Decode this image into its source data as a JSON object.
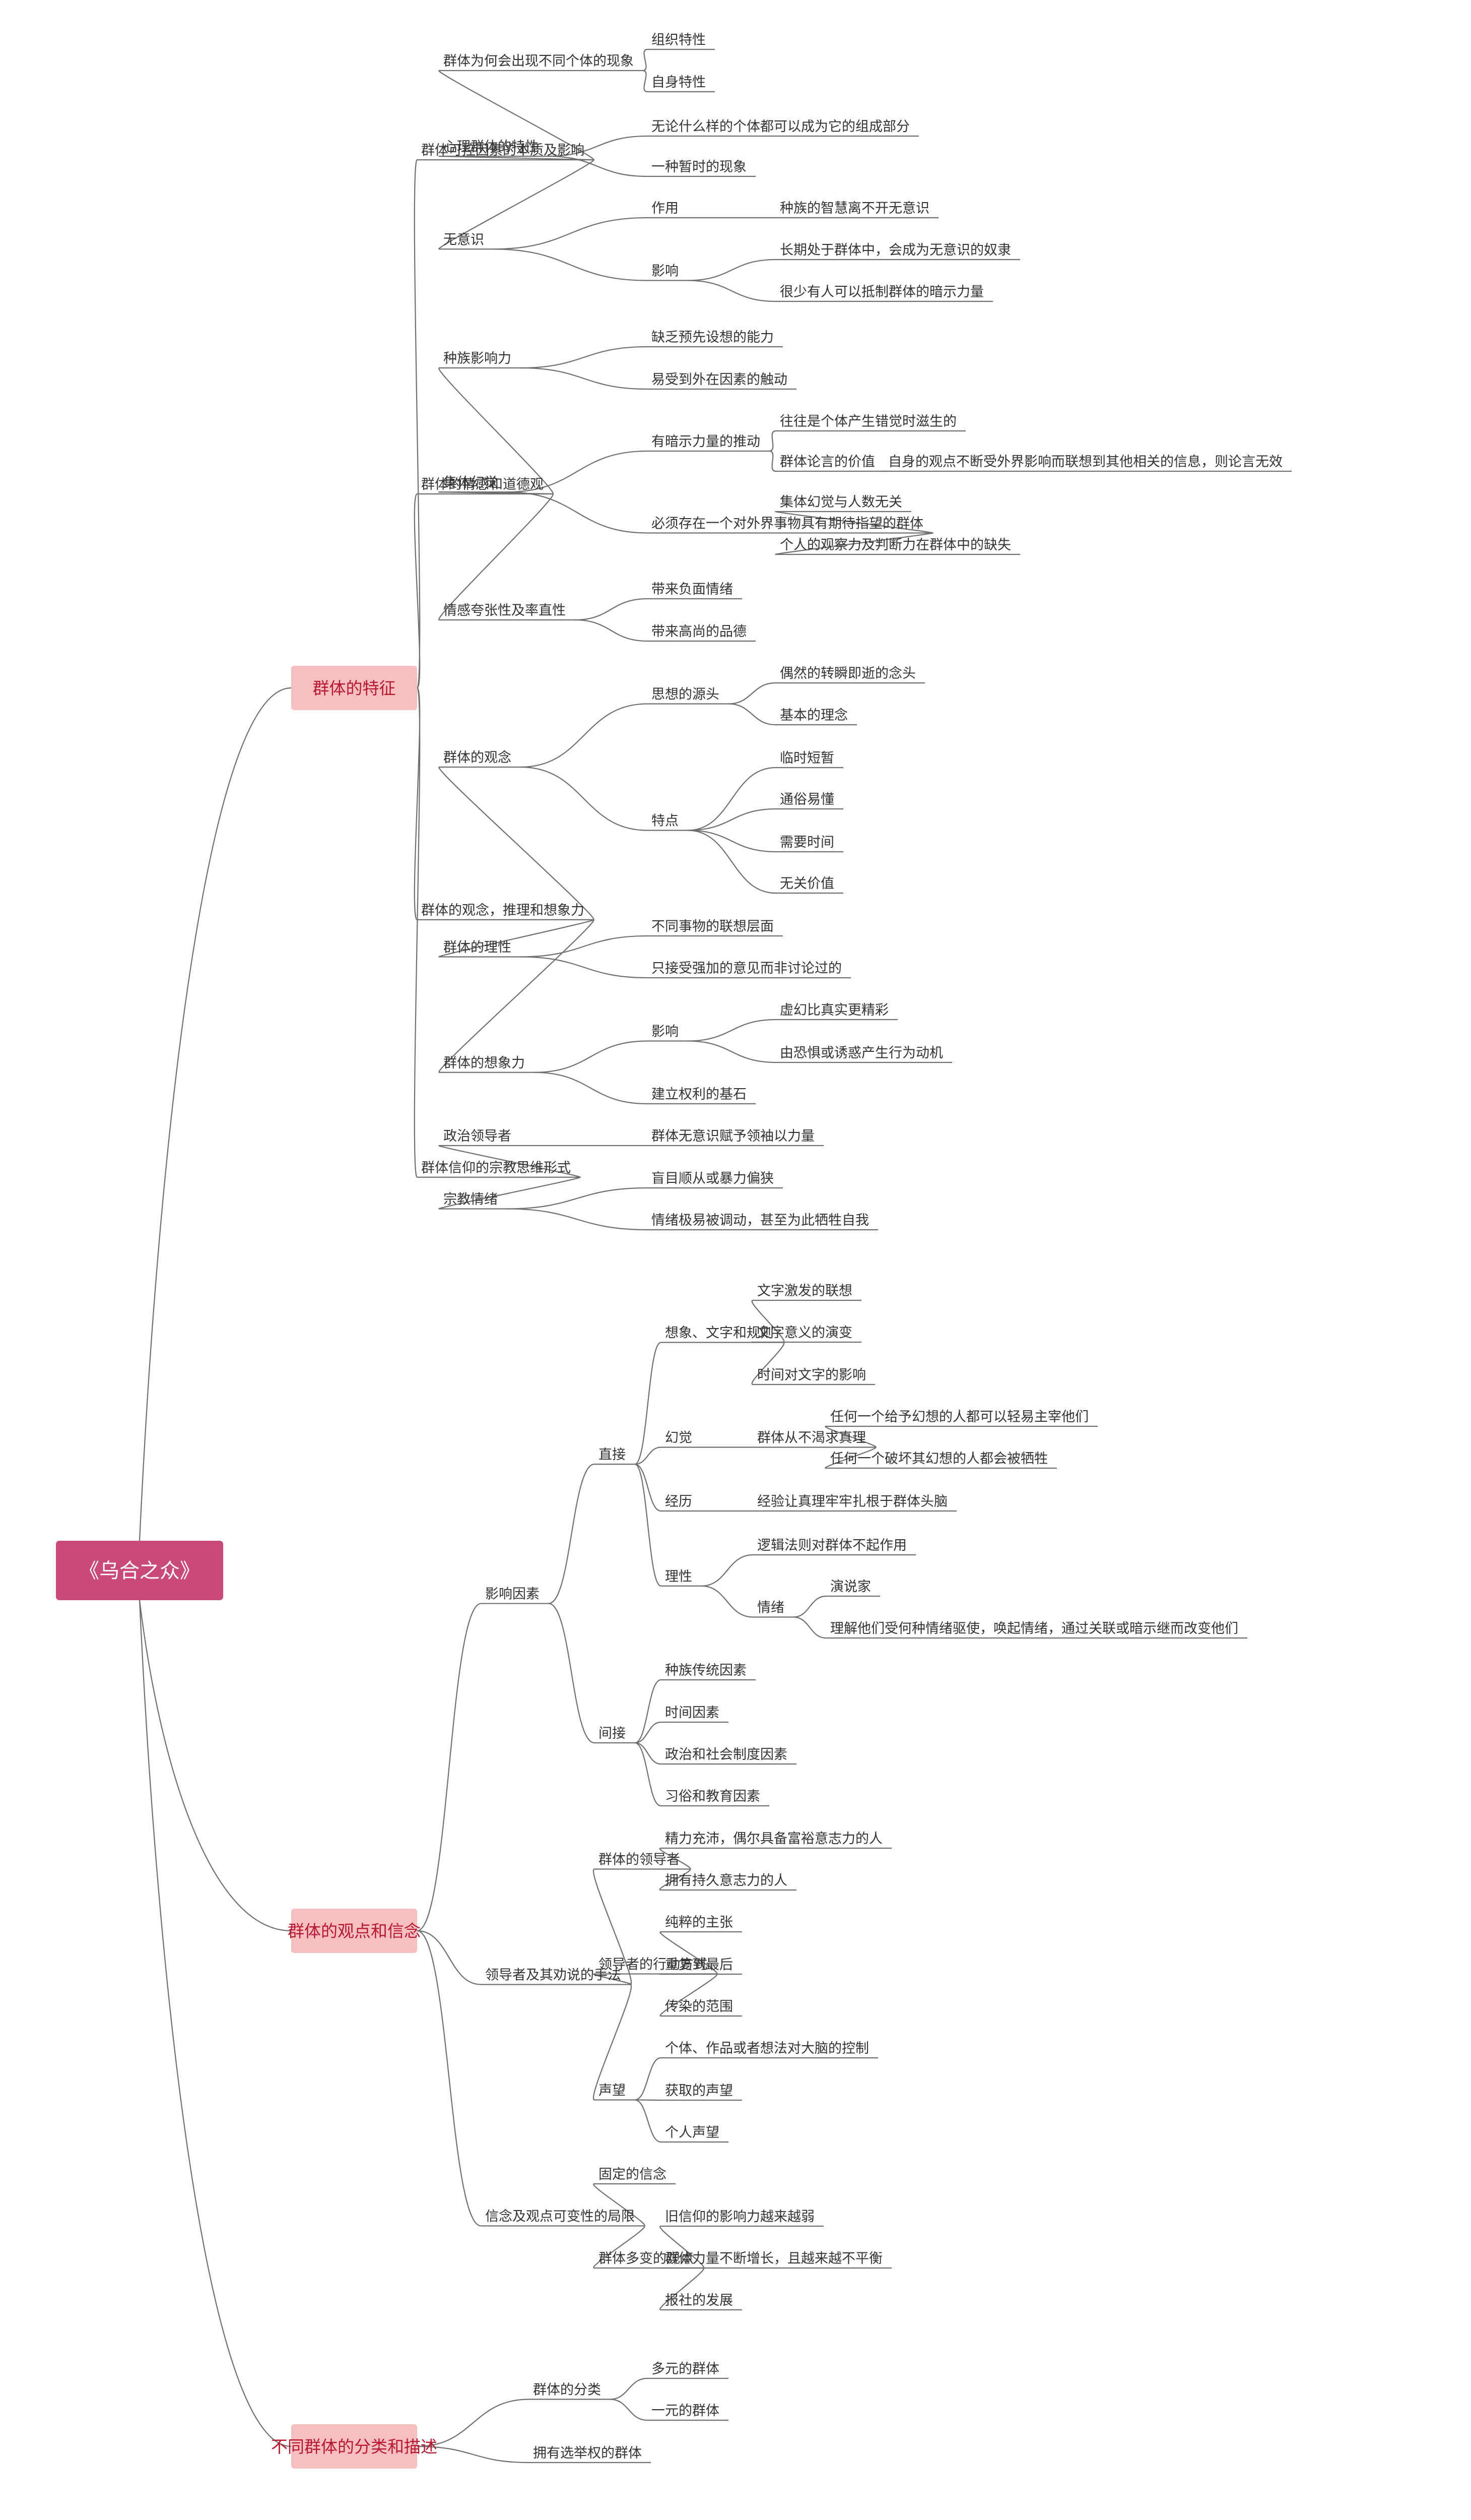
{
  "root": {
    "label": "《乌合之众》",
    "fill": "#c94a78"
  },
  "colors": {
    "main_fill": "#f7bfc1",
    "main_text": "#b8182f",
    "line": "#6f6f6f",
    "text": "#333333"
  },
  "branches": [
    {
      "label": "群体的特征",
      "children": [
        {
          "label": "群体可控因素的本质及影响",
          "children": [
            {
              "label": "群体为何会出现不同个体的现象",
              "children": [
                {
                  "label": "组织特性"
                },
                {
                  "label": "自身特性"
                }
              ]
            },
            {
              "label": "心理群体的特性",
              "children": [
                {
                  "label": "无论什么样的个体都可以成为它的组成部分"
                },
                {
                  "label": "一种暂时的现象"
                }
              ]
            },
            {
              "label": "无意识",
              "children": [
                {
                  "label": "作用",
                  "children": [
                    {
                      "label": "种族的智慧离不开无意识"
                    }
                  ]
                },
                {
                  "label": "影响",
                  "children": [
                    {
                      "label": "长期处于群体中，会成为无意识的奴隶"
                    },
                    {
                      "label": "很少有人可以抵制群体的暗示力量"
                    }
                  ]
                }
              ]
            }
          ]
        },
        {
          "label": "群体的情感和道德观",
          "children": [
            {
              "label": "种族影响力",
              "children": [
                {
                  "label": "缺乏预先设想的能力"
                },
                {
                  "label": "易受到外在因素的触动"
                }
              ]
            },
            {
              "label": "集体幻觉",
              "children": [
                {
                  "label": "有暗示力量的推动",
                  "children": [
                    {
                      "label": "往往是个体产生错觉时滋生的"
                    },
                    {
                      "label": "群体论言的价值",
                      "children": [
                        {
                          "label": "自身的观点不断受外界影响而联想到其他相关的信息，则论言无效"
                        }
                      ]
                    }
                  ]
                },
                {
                  "label": "必须存在一个对外界事物具有期待指望的群体",
                  "children": [
                    {
                      "label": "集体幻觉与人数无关"
                    },
                    {
                      "label": "个人的观察力及判断力在群体中的缺失"
                    }
                  ]
                }
              ]
            },
            {
              "label": "情感夸张性及率直性",
              "children": [
                {
                  "label": "带来负面情绪"
                },
                {
                  "label": "带来高尚的品德"
                }
              ]
            }
          ]
        },
        {
          "label": "群体的观念，推理和想象力",
          "children": [
            {
              "label": "群体的观念",
              "children": [
                {
                  "label": "思想的源头",
                  "children": [
                    {
                      "label": "偶然的转瞬即逝的念头"
                    },
                    {
                      "label": "基本的理念"
                    }
                  ]
                },
                {
                  "label": "特点",
                  "children": [
                    {
                      "label": "临时短暂"
                    },
                    {
                      "label": "通俗易懂"
                    },
                    {
                      "label": "需要时间"
                    },
                    {
                      "label": "无关价值"
                    }
                  ]
                }
              ]
            },
            {
              "label": "群体的理性",
              "children": [
                {
                  "label": "不同事物的联想层面"
                },
                {
                  "label": "只接受强加的意见而非讨论过的"
                }
              ]
            },
            {
              "label": "群体的想象力",
              "children": [
                {
                  "label": "影响",
                  "children": [
                    {
                      "label": "虚幻比真实更精彩"
                    },
                    {
                      "label": "由恐惧或诱惑产生行为动机"
                    }
                  ]
                },
                {
                  "label": "建立权利的基石"
                }
              ]
            }
          ]
        },
        {
          "label": "群体信仰的宗教思维形式",
          "children": [
            {
              "label": "政治领导者",
              "children": [
                {
                  "label": "群体无意识赋予领袖以力量"
                }
              ]
            },
            {
              "label": "宗教情绪",
              "children": [
                {
                  "label": "盲目顺从或暴力偏狭"
                },
                {
                  "label": "情绪极易被调动，甚至为此牺牲自我"
                }
              ]
            }
          ]
        }
      ]
    },
    {
      "label": "群体的观点和信念",
      "children": [
        {
          "label": "影响因素",
          "children": [
            {
              "label": "直接",
              "children": [
                {
                  "label": "想象、文字和规则",
                  "children": [
                    {
                      "label": "文字激发的联想"
                    },
                    {
                      "label": "文字意义的演变"
                    },
                    {
                      "label": "时间对文字的影响"
                    }
                  ]
                },
                {
                  "label": "幻觉",
                  "children": [
                    {
                      "label": "群体从不渴求真理",
                      "children": [
                        {
                          "label": "任何一个给予幻想的人都可以轻易主宰他们"
                        },
                        {
                          "label": "任何一个破坏其幻想的人都会被牺牲"
                        }
                      ]
                    }
                  ]
                },
                {
                  "label": "经历",
                  "children": [
                    {
                      "label": "经验让真理牢牢扎根于群体头脑"
                    }
                  ]
                },
                {
                  "label": "理性",
                  "children": [
                    {
                      "label": "逻辑法则对群体不起作用"
                    },
                    {
                      "label": "情绪",
                      "children": [
                        {
                          "label": "演说家"
                        },
                        {
                          "label": "理解他们受何种情绪驱使，唤起情绪，通过关联或暗示继而改变他们"
                        }
                      ]
                    }
                  ]
                }
              ]
            },
            {
              "label": "间接",
              "children": [
                {
                  "label": "种族传统因素"
                },
                {
                  "label": "时间因素"
                },
                {
                  "label": "政治和社会制度因素"
                },
                {
                  "label": "习俗和教育因素"
                }
              ]
            }
          ]
        },
        {
          "label": "领导者及其劝说的手法",
          "children": [
            {
              "label": "群体的领导者",
              "children": [
                {
                  "label": "精力充沛，偶尔具备富裕意志力的人"
                },
                {
                  "label": "拥有持久意志力的人"
                }
              ]
            },
            {
              "label": "领导者的行动方式",
              "children": [
                {
                  "label": "纯粹的主张"
                },
                {
                  "label": "重复到最后"
                },
                {
                  "label": "传染的范围"
                }
              ]
            },
            {
              "label": "声望",
              "children": [
                {
                  "label": "个体、作品或者想法对大脑的控制"
                },
                {
                  "label": "获取的声望"
                },
                {
                  "label": "个人声望"
                }
              ]
            }
          ]
        },
        {
          "label": "信念及观点可变性的局限",
          "children": [
            {
              "label": "固定的信念"
            },
            {
              "label": "群体多变的观点",
              "children": [
                {
                  "label": "旧信仰的影响力越来越弱"
                },
                {
                  "label": "群体力量不断增长，且越来越不平衡"
                },
                {
                  "label": "报社的发展"
                }
              ]
            }
          ]
        }
      ]
    },
    {
      "label": "不同群体的分类和描述",
      "children": [
        {
          "label": "群体的分类",
          "children": [
            {
              "label": "多元的群体"
            },
            {
              "label": "一元的群体"
            }
          ]
        },
        {
          "label": "拥有选举权的群体"
        }
      ]
    }
  ]
}
